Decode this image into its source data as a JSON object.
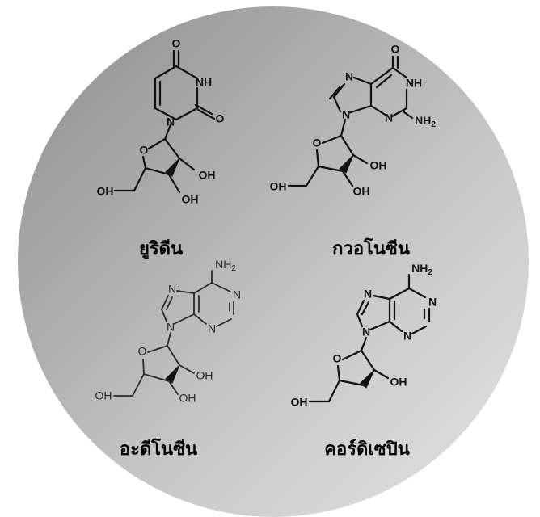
{
  "molecules": [
    {
      "id": "uridine",
      "label": "ยูริดีน",
      "atoms": {
        "O": "O",
        "NH": "NH",
        "O2": "O",
        "N": "N",
        "ringO": "O",
        "OH1": "OH",
        "OH2": "OH",
        "OH3": "OH"
      }
    },
    {
      "id": "guanosine",
      "label": "กวอโนซีน",
      "atoms": {
        "O": "O",
        "NH": "NH",
        "N7": "N",
        "N1": "N",
        "N3": "N",
        "NH2": "NH",
        "NH2sub": "2",
        "ringO": "O",
        "OH1": "OH",
        "OH2": "OH",
        "OH3": "OH"
      }
    },
    {
      "id": "adenosine",
      "label": "อะดีโนซีน",
      "atoms": {
        "NH2": "NH",
        "NH2sub": "2",
        "N7": "N",
        "N1": "N",
        "N3": "N",
        "N9": "N",
        "ringO": "O",
        "OH1": "OH",
        "OH2": "OH",
        "OH3": "OH"
      }
    },
    {
      "id": "cordycepin",
      "label": "คอร์ดิเซปิน",
      "atoms": {
        "NH2": "NH",
        "NH2sub": "2",
        "N7": "N",
        "N1": "N",
        "N3": "N",
        "N9": "N",
        "ringO": "O",
        "OH1": "OH",
        "OH2": "OH"
      }
    }
  ]
}
